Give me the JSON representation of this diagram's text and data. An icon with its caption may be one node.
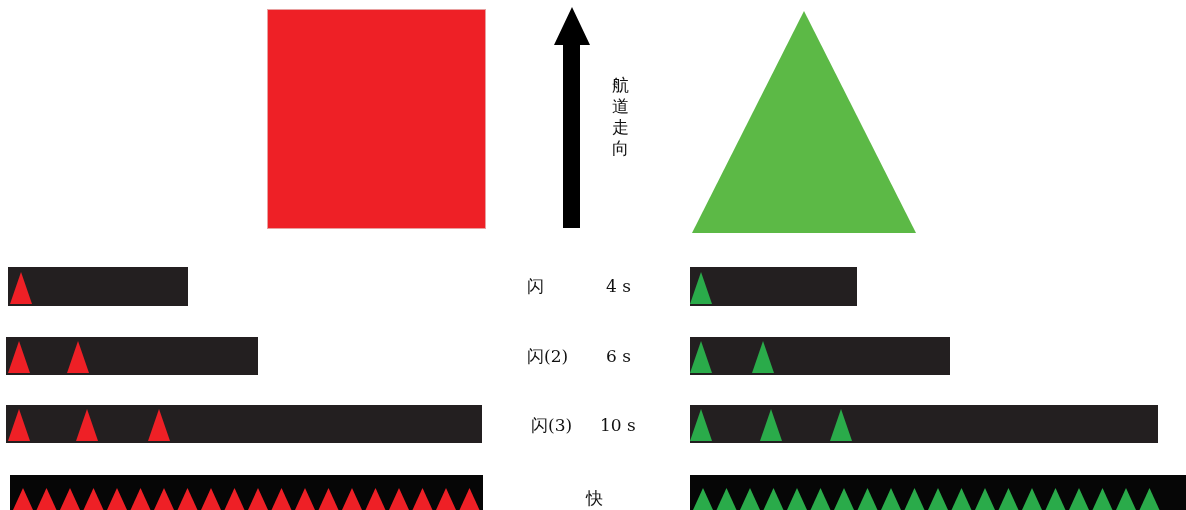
{
  "diagram": {
    "nodes": [
      {
        "text": [],
        "shape": "box"
      },
      {
        "text": [],
        "shape": "triangle"
      }
    ],
    "labels": [
      "航道走向",
      "闪",
      "4 s",
      "闪(2)",
      "6 s",
      "闪(3)",
      "10 s",
      "快"
    ]
  }
}
